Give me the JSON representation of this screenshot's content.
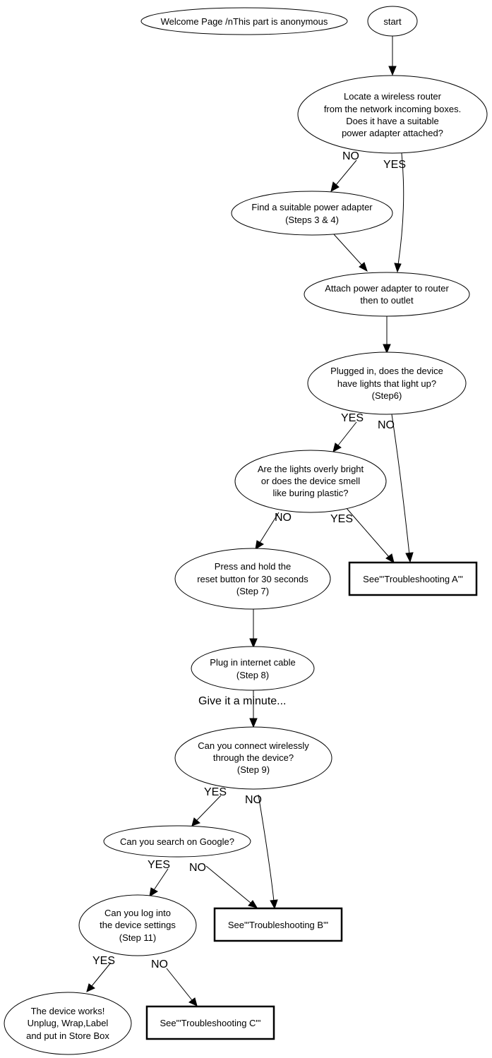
{
  "nodes": {
    "welcome": [
      "Welcome Page /nThis part is anonymous"
    ],
    "start": [
      "start"
    ],
    "locate": [
      "Locate a wireless router",
      "from the network incoming boxes.",
      "Does it have a suitable",
      "power adapter attached?"
    ],
    "find": [
      "Find a suitable power adapter",
      "(Steps 3 & 4)"
    ],
    "attach": [
      "Attach power adapter to router",
      "then to outlet"
    ],
    "plugged": [
      "Plugged in, does the device",
      "have lights that light up?",
      "(Step6)"
    ],
    "lights": [
      "Are the lights overly bright",
      "or does the device smell",
      "like buring plastic?"
    ],
    "press": [
      "Press and hold the",
      "reset button for 30 seconds",
      "(Step 7)"
    ],
    "troubleA": [
      "See\"'Troubleshooting A\"'"
    ],
    "plug": [
      "Plug in internet cable",
      "(Step 8)"
    ],
    "connect": [
      "Can you connect wirelessly",
      "through the device?",
      "(Step 9)"
    ],
    "google": [
      "Can you search on Google?"
    ],
    "login": [
      "Can you log into",
      "the device settings",
      "(Step 11)"
    ],
    "troubleB": [
      "See\"'Troubleshooting B\"'"
    ],
    "works": [
      "The device works!",
      "Unplug, Wrap,Label",
      "and put in Store Box"
    ],
    "troubleC": [
      "See\"'Troubleshooting C\"'"
    ]
  },
  "edges": {
    "locate_no": "NO",
    "locate_yes": "YES",
    "plugged_yes": "YES",
    "plugged_no": "NO",
    "lights_no": "NO",
    "lights_yes": "YES",
    "plug_note": "Give it a minute...",
    "connect_yes": "YES",
    "connect_no": "NO",
    "google_yes": "YES",
    "google_no": "NO",
    "login_yes": "YES",
    "login_no": "NO"
  }
}
